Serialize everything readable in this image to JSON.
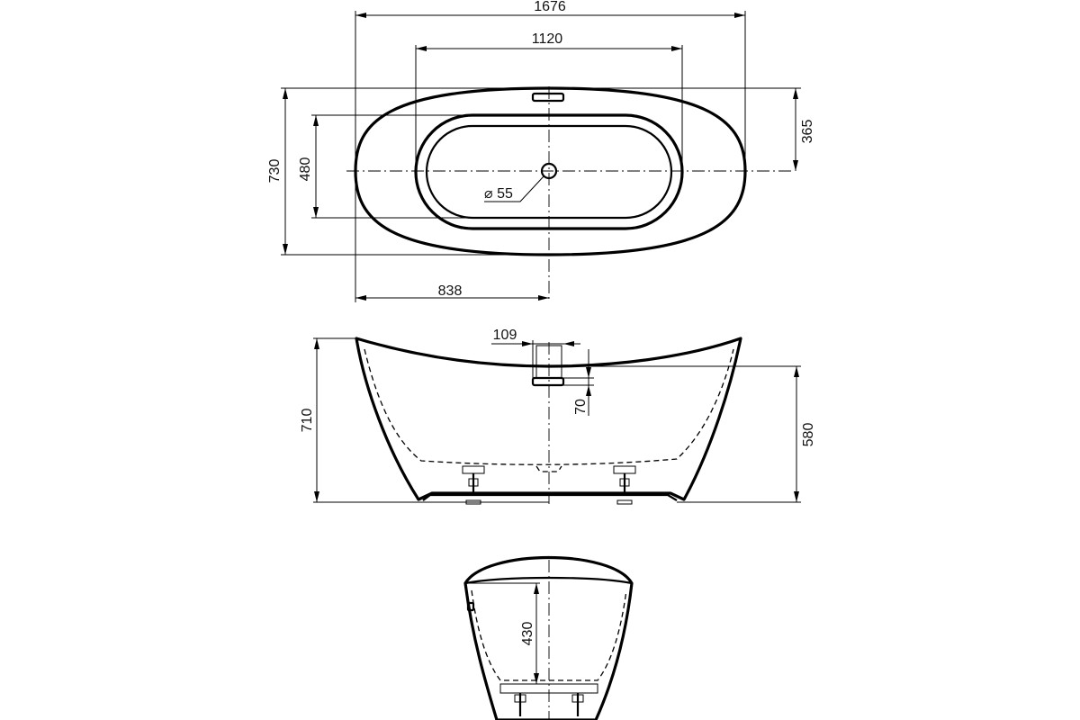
{
  "drawing": {
    "top_view": {
      "overall_length": "1676",
      "inner_length": "1120",
      "overall_width": "730",
      "inner_width": "480",
      "half_width": "365",
      "half_length": "838",
      "drain_diameter": "⌀ 55"
    },
    "side_view": {
      "overall_height": "710",
      "rim_height": "580",
      "overflow_width": "109",
      "overflow_height": "70"
    },
    "end_view": {
      "inner_depth": "430"
    }
  }
}
